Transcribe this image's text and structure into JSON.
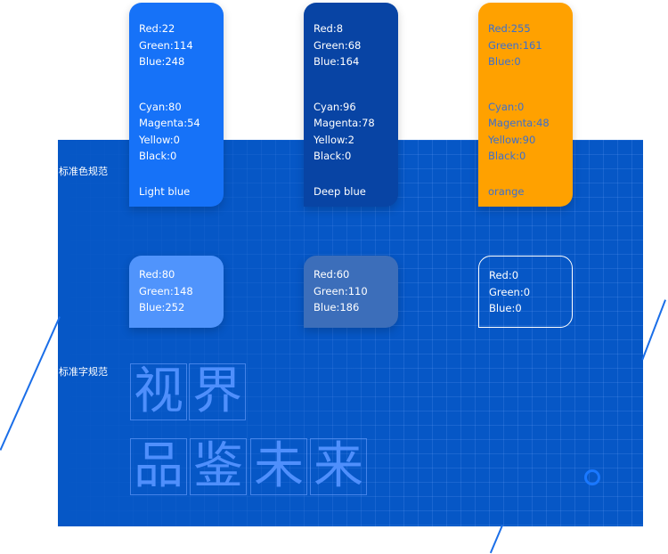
{
  "sections": {
    "color": "标准色规范",
    "font": "标准字规范"
  },
  "cards": [
    {
      "bg": "#1672f8",
      "fg": "#ffffff",
      "rgb": [
        "Red:22",
        "Green:114",
        "Blue:248"
      ],
      "cmyk": [
        "Cyan:80",
        "Magenta:54",
        "Yellow:0",
        "Black:0"
      ],
      "name": "Light blue"
    },
    {
      "bg": "#0844a4",
      "fg": "#ffffff",
      "rgb": [
        "Red:8",
        "Green:68",
        "Blue:164"
      ],
      "cmyk": [
        "Cyan:96",
        "Magenta:78",
        "Yellow:2",
        "Black:0"
      ],
      "name": "Deep blue"
    },
    {
      "bg": "#ffa100",
      "fg": "#3a6fd0",
      "rgb": [
        "Red:255",
        "Green:161",
        "Blue:0"
      ],
      "cmyk": [
        "Cyan:0",
        "Magenta:48",
        "Yellow:90",
        "Black:0"
      ],
      "name": "orange"
    }
  ],
  "small_cards": [
    {
      "bg": "#5094fc",
      "rgb": [
        "Red:80",
        "Green:148",
        "Blue:252"
      ]
    },
    {
      "bg": "#3c6eba",
      "rgb": [
        "Red:60",
        "Green:110",
        "Blue:186"
      ]
    },
    {
      "bg": "transparent",
      "rgb": [
        "Red:0",
        "Green:0",
        "Blue:0"
      ]
    }
  ],
  "glyphs": {
    "row1": [
      "视",
      "界"
    ],
    "row2": [
      "品",
      "鉴",
      "未",
      "来"
    ]
  }
}
